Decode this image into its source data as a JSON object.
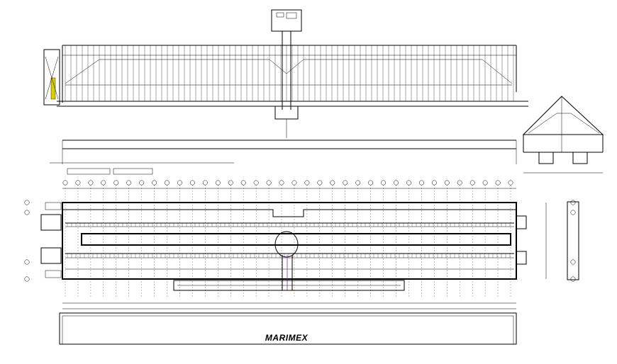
{
  "drawing": {
    "title_block_text": "MARIMEX"
  },
  "colors": {
    "line": "#000000",
    "accent_yellow": "#d9d000",
    "accent_purple": "#7a3aa0",
    "background": "#ffffff"
  },
  "grid": {
    "axis_count_top": 36,
    "axis_count_side": 4
  }
}
